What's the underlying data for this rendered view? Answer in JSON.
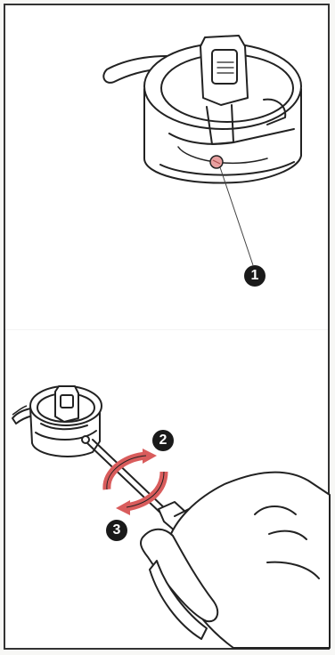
{
  "callouts": {
    "screw": "1",
    "tighten": "2",
    "loosen": "3"
  },
  "colors": {
    "line": "#222222",
    "screw_highlight": "#e8a0a0",
    "arrow_red": "#d95c5c",
    "callout_fill": "#1a1a1a"
  },
  "icons": {
    "screw": "set-screw-icon",
    "arrow": "rotation-arrow-icon"
  }
}
